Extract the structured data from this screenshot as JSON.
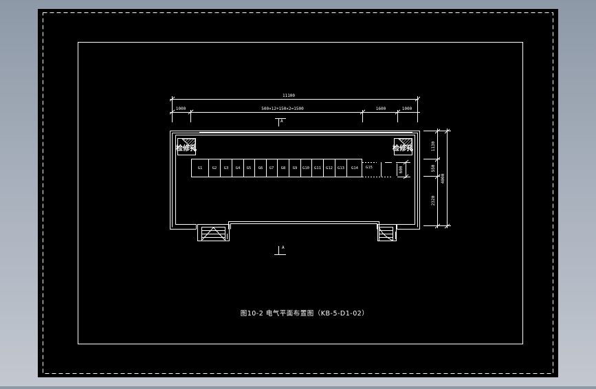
{
  "canvas": {
    "background_top": "#8e99a8",
    "background_bottom": "#c3c7d0",
    "sheet_color": "#000000",
    "line_color": "#ffffff"
  },
  "drawing": {
    "caption": "图10-2   电气平面布置图（KB-5-D1-02）",
    "overall_dimension": "11100",
    "top_dimensions": [
      {
        "label": "1000"
      },
      {
        "label": "500×12+150×2=1500"
      },
      {
        "label": "1600"
      },
      {
        "label": "1000"
      }
    ],
    "right_dimensions": [
      {
        "label": "1130"
      },
      {
        "label": "550"
      },
      {
        "label": "2320"
      }
    ],
    "right_overall_dimension": "4000",
    "cabinet_depth_dimension": "600",
    "section_marker_top": "A",
    "section_marker_bottom": "A",
    "rooms": [
      {
        "label": "检修孔",
        "position": "left"
      },
      {
        "label": "检修孔",
        "position": "right"
      }
    ],
    "cabinets": [
      {
        "id": "G1"
      },
      {
        "id": "G2"
      },
      {
        "id": "G3"
      },
      {
        "id": "G4"
      },
      {
        "id": "G5"
      },
      {
        "id": "G6"
      },
      {
        "id": "G7"
      },
      {
        "id": "G8"
      },
      {
        "id": "G9"
      },
      {
        "id": "G10"
      },
      {
        "id": "G11"
      },
      {
        "id": "G12"
      },
      {
        "id": "G13"
      },
      {
        "id": "G14"
      }
    ],
    "reserved_cabinet": {
      "id": "G15"
    }
  }
}
